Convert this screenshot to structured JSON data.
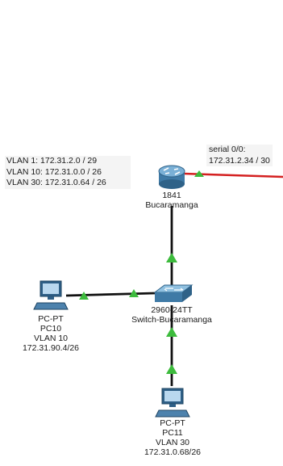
{
  "vlan_note": [
    "VLAN 1: 172.31.2.0 / 29",
    "VLAN 10: 172.31.0.0 / 26",
    "VLAN 30: 172.31.0.64 / 26"
  ],
  "serial_note": {
    "line1": "serial 0/0:",
    "line2": "172.31.2.34 / 30"
  },
  "router": {
    "model": "1841",
    "name": "Bucaramanga"
  },
  "switch": {
    "model": "2960-24TT",
    "name": "Switch-Bucaramanga"
  },
  "pc10": {
    "type": "PC-PT",
    "name": "PC10",
    "vlan": "VLAN 10",
    "ip": "172.31.90.4/26"
  },
  "pc11": {
    "type": "PC-PT",
    "name": "PC11",
    "vlan": "VLAN 30",
    "ip": "172.31.0.68/26"
  },
  "colors": {
    "link": "#111111",
    "serial_link": "#d42020",
    "port_up": "#3dbb3d"
  }
}
